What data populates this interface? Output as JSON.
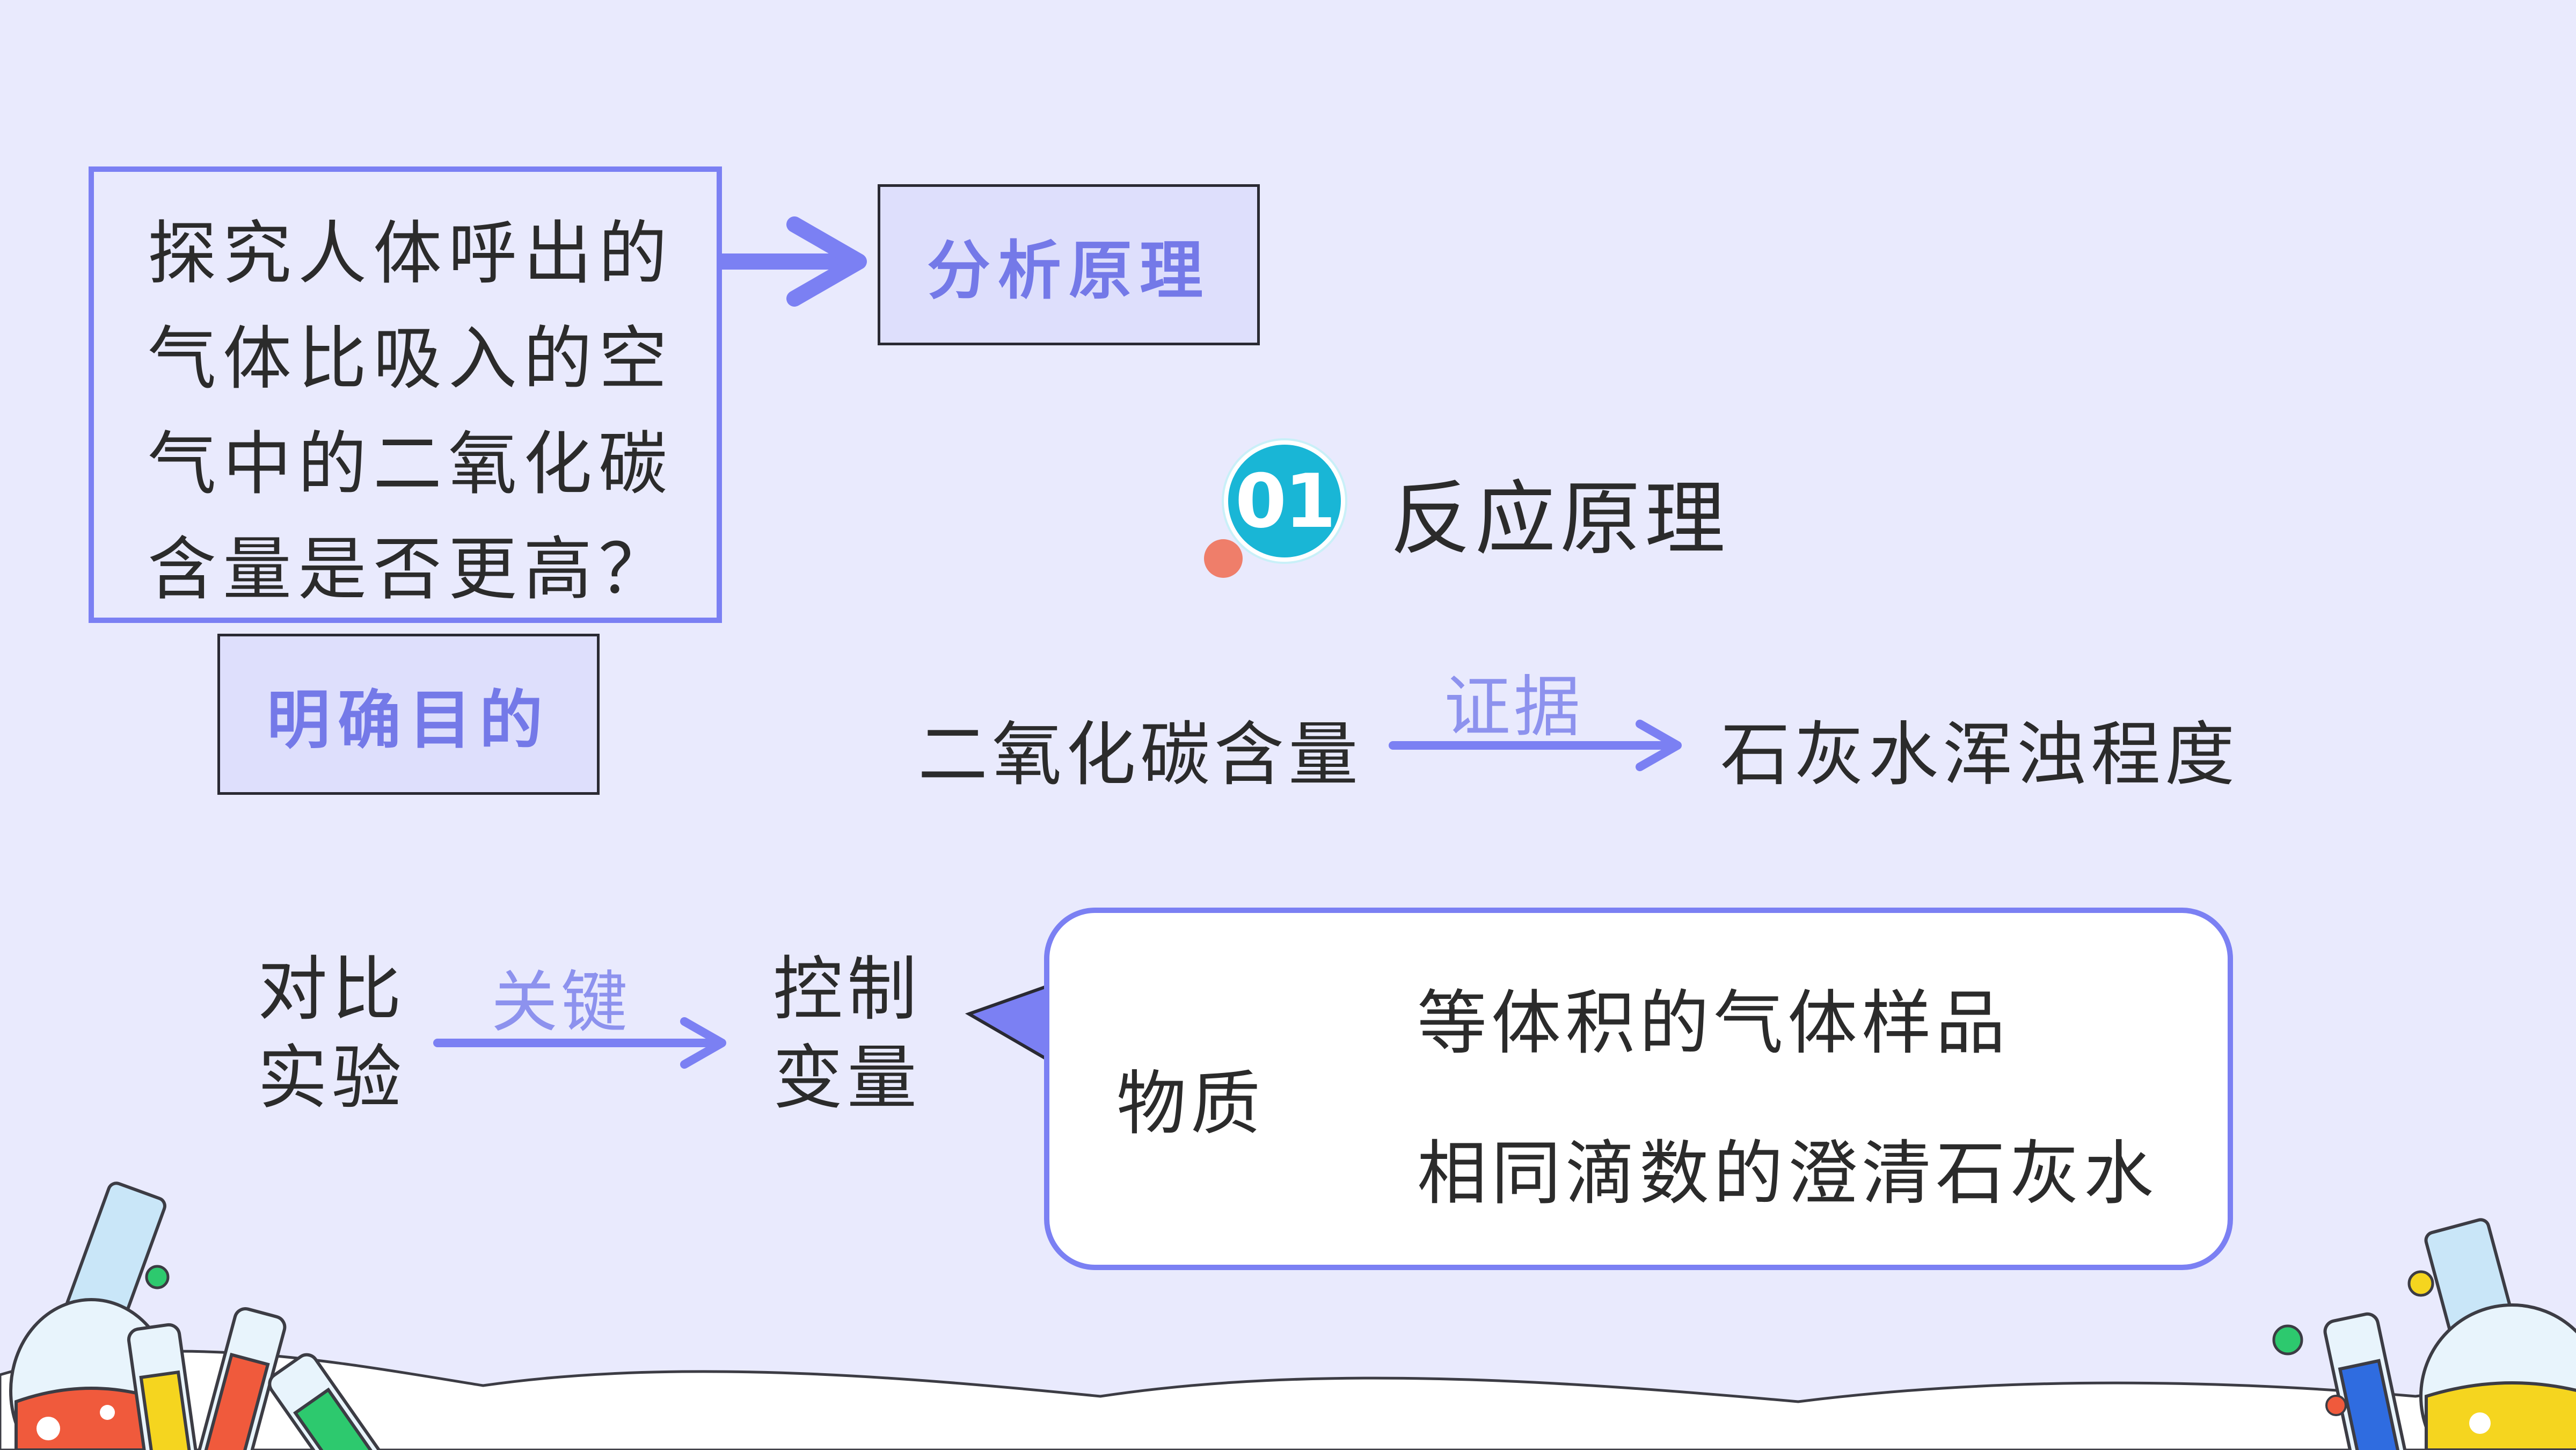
{
  "question_box": {
    "lines": [
      "探究人体呼出的",
      "气体比吸入的空",
      "气中的二氧化碳",
      "含量是否更高？"
    ]
  },
  "labels": {
    "purpose": "明确目的",
    "analysis": "分析原理"
  },
  "section": {
    "number": "01",
    "title": "反应原理"
  },
  "principle": {
    "left": "二氧化碳含量",
    "arrow_label": "证据",
    "right": "石灰水浑浊程度"
  },
  "experiment": {
    "left_lines": [
      "对比",
      "实验"
    ],
    "arrow_label": "关键",
    "right_lines": [
      "控制",
      "变量"
    ]
  },
  "callout": {
    "root": "物质",
    "items": [
      "等体积的气体样品",
      "相同滴数的澄清石灰水"
    ]
  },
  "colors": {
    "background": "#E9EAFD",
    "accent": "#7B80F3",
    "badge": "#19B6D6",
    "dot": "#EF7E6A"
  }
}
